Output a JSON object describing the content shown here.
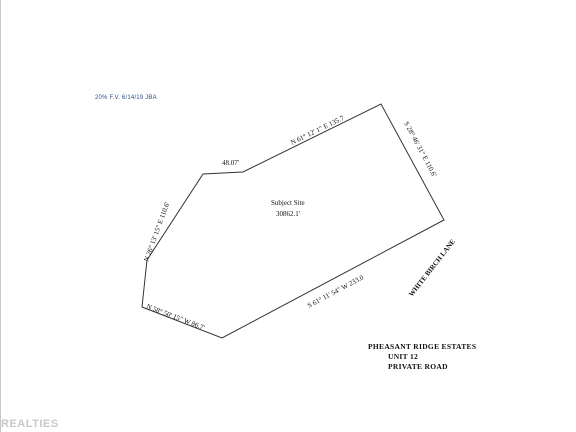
{
  "header_note": "20% F.V. 6/14/19 JBA",
  "site": {
    "title": "Subject Site",
    "area": "30862.1'"
  },
  "boundary_labels": {
    "north_short": "48.07'",
    "north_long": "N 61° 12' 1\" E 135.7",
    "east": "S 28° 46' 31\" E 110.6'",
    "south": "S 61° 11' 54\" W 233.0",
    "southwest": "N 58° 50' 15\" W 86.7'",
    "west": "N 26° 13' 15\" E 110.6'"
  },
  "road_label": "WHITE BIRCH LANE",
  "subdivision": {
    "line1": "PHEASANT RIDGE ESTATES",
    "line2": "UNIT 12",
    "line3": "PRIVATE ROAD"
  },
  "watermark": "REALTIES",
  "colors": {
    "line": "#333333",
    "note": "#2d4f8f"
  }
}
